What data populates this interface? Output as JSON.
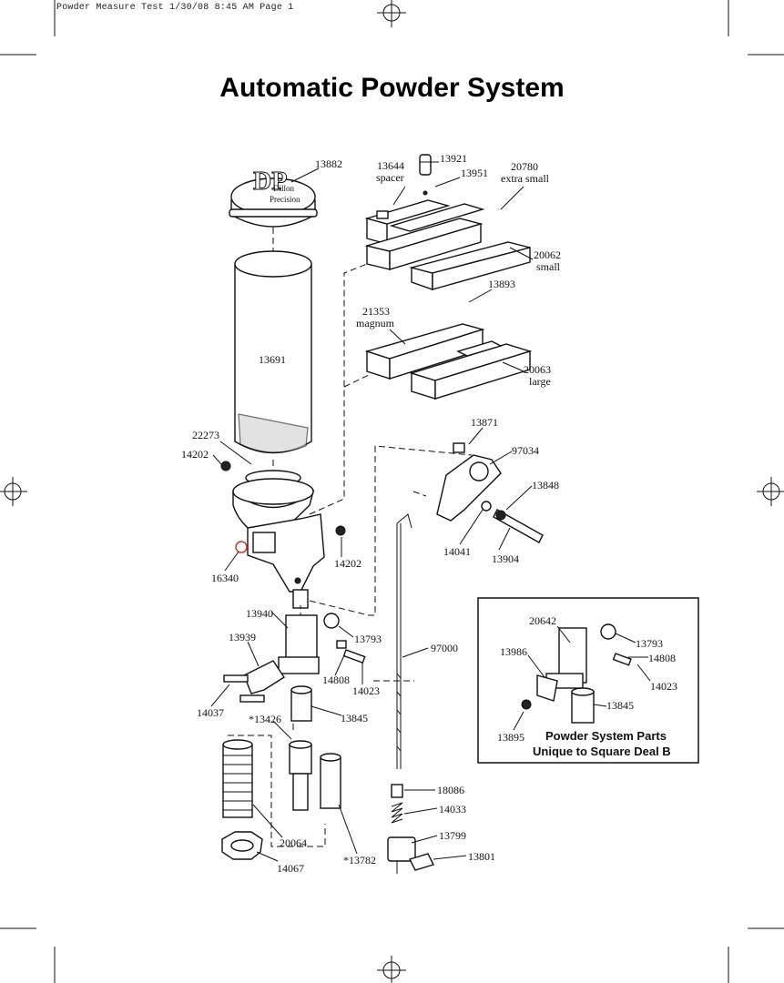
{
  "header": {
    "text": "Powder Measure Test  1/30/08  8:45 AM  Page 1"
  },
  "title": "Automatic Powder System",
  "logo_text": [
    "Dillon",
    "Precision"
  ],
  "callout_box": {
    "title_line1": "Powder System Parts",
    "title_line2": "Unique to Square Deal B"
  },
  "labels": {
    "p13882": "13882",
    "p13644": "13644",
    "p13644b": "spacer",
    "p13921": "13921",
    "p13951": "13951",
    "p20780": "20780",
    "p20780b": "extra small",
    "p20062": "20062",
    "p20062b": "small",
    "p13893": "13893",
    "p21353": "21353",
    "p21353b": "magnum",
    "p13691": "13691",
    "p20063": "20063",
    "p20063b": "large",
    "p22273": "22273",
    "p14202a": "14202",
    "p13871": "13871",
    "p97034": "97034",
    "p13848": "13848",
    "p14202b": "14202",
    "p14041": "14041",
    "p13904": "13904",
    "p16340": "16340",
    "p13940": "13940",
    "p13793": "13793",
    "p97000": "97000",
    "p13939": "13939",
    "p14808": "14808",
    "p14023": "14023",
    "p14037": "14037",
    "p13845": "13845",
    "p13426": "*13426",
    "p18086": "18086",
    "p14033": "14033",
    "p13799": "13799",
    "p13801": "13801",
    "p20064": "20064",
    "p14067": "14067",
    "p13782": "*13782",
    "b20642": "20642",
    "b13793": "13793",
    "b13986": "13986",
    "b14808": "14808",
    "b14023": "14023",
    "b13845": "13845",
    "b13895": "13895"
  }
}
